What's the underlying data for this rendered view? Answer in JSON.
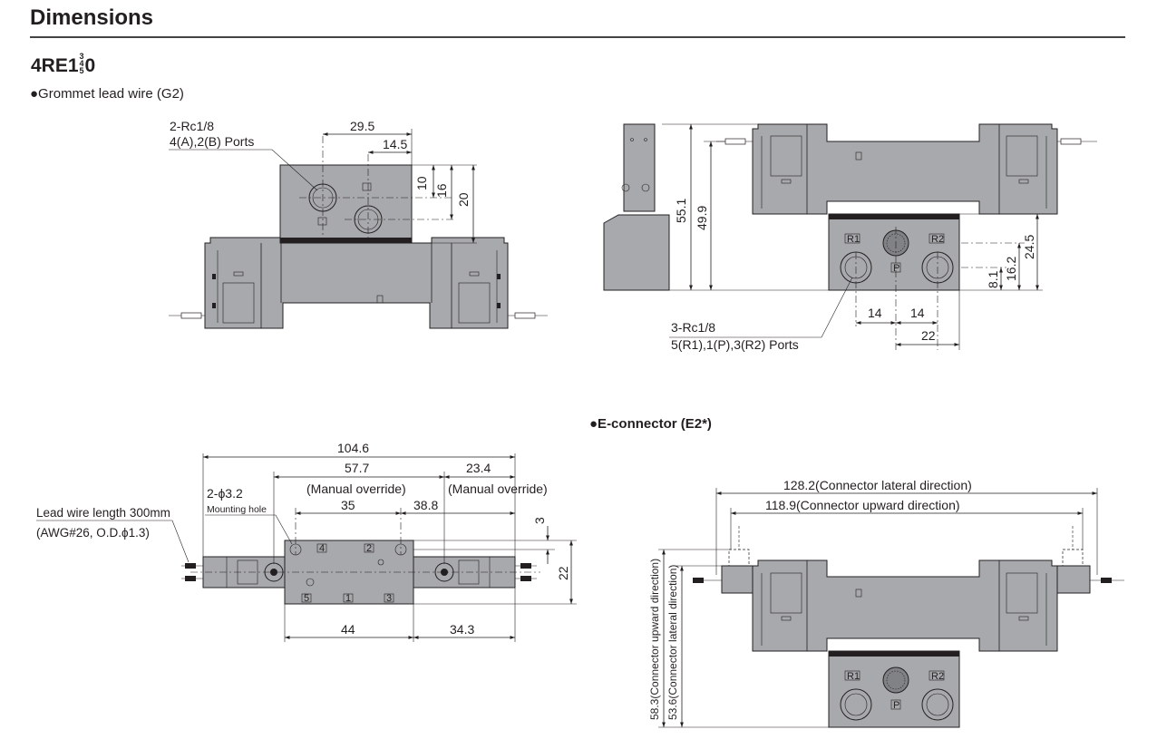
{
  "header": {
    "title": "Dimensions"
  },
  "model": {
    "prefix": "4RE1",
    "stack": [
      "3",
      "4",
      "5"
    ],
    "suffix": "0"
  },
  "sections": {
    "grommet": "●Grommet lead wire (G2)",
    "econnector": "●E-connector (E2*)"
  },
  "top_left": {
    "port_label_1": "2-Rc1/8",
    "port_label_2": "4(A),2(B) Ports",
    "dim_29_5": "29.5",
    "dim_14_5": "14.5",
    "dim_10": "10",
    "dim_16": "16",
    "dim_20": "20"
  },
  "top_right": {
    "dim_55_1": "55.1",
    "dim_49_9": "49.9",
    "dim_24_5": "24.5",
    "dim_16_2": "16.2",
    "dim_8_1": "8.1",
    "dim_14a": "14",
    "dim_14b": "14",
    "dim_22": "22",
    "port_label_1": "3-Rc1/8",
    "port_label_2": "5(R1),1(P),3(R2) Ports",
    "mark_r1": "R1",
    "mark_r2": "R2",
    "mark_p": "P"
  },
  "bottom_left": {
    "dim_104_6": "104.6",
    "dim_57_7": "57.7",
    "manual_1": "(Manual override)",
    "dim_23_4": "23.4",
    "manual_2": "(Manual override)",
    "hole_label": "2-ϕ3.2",
    "hole_sub": "Mounting hole",
    "dim_35": "35",
    "dim_38_8": "38.8",
    "dim_3": "3",
    "dim_22": "22",
    "dim_44": "44",
    "dim_34_3": "34.3",
    "lead_1": "Lead wire length 300mm",
    "lead_2": "(AWG#26, O.D.ϕ1.3)",
    "marks": [
      "4",
      "2",
      "5",
      "1",
      "3"
    ]
  },
  "bottom_right": {
    "dim_128_2": "128.2(Connector lateral direction)",
    "dim_118_9": "118.9(Connector upward direction)",
    "dim_58_3": "58.3(Connector upward direction)",
    "dim_53_6": "53.6(Connector lateral direction)",
    "mark_r1": "R1",
    "mark_r2": "R2",
    "mark_p": "P"
  }
}
